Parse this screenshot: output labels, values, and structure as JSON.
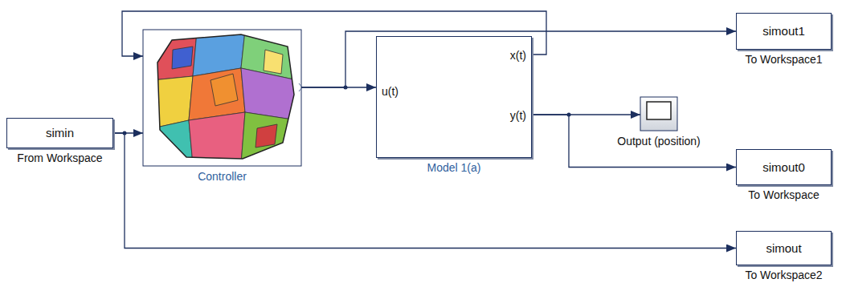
{
  "diagram": {
    "nodes": [
      {
        "text": [
          "simin",
          "From Workspace"
        ]
      },
      {
        "text": [
          "Controller"
        ]
      },
      {
        "text": [
          "u(t)",
          "x(t)",
          "y(t)",
          "Model 1(a)"
        ]
      },
      {
        "text": [
          "simout1",
          "To Workspace1"
        ]
      },
      {
        "text": [
          "Output (position)"
        ]
      },
      {
        "text": [
          "simout0",
          "To Workspace"
        ]
      },
      {
        "text": [
          "simout",
          "To Workspace2"
        ]
      }
    ],
    "edges": [
      {
        "from": 0,
        "to": 1,
        "arrow": "to"
      },
      {
        "from": 1,
        "to": 2,
        "arrow": "to"
      },
      {
        "from": 2,
        "to": 1,
        "arrow": "to"
      },
      {
        "from": 1,
        "to": 3,
        "arrow": "to"
      },
      {
        "from": 2,
        "to": 4,
        "arrow": "to"
      },
      {
        "from": 2,
        "to": 5,
        "arrow": "to"
      },
      {
        "from": 0,
        "to": 6,
        "arrow": "to"
      }
    ]
  }
}
